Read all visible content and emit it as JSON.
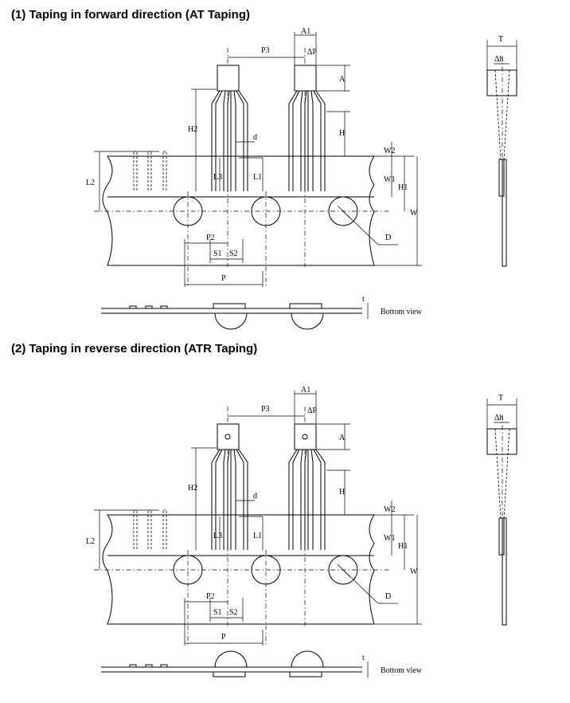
{
  "sections": [
    {
      "title": "(1) Taping in forward direction (AT Taping)"
    },
    {
      "title": "(2) Taping in reverse direction (ATR Taping)"
    }
  ],
  "labels": {
    "A1": "A1",
    "P3": "P3",
    "dP": "ΔP",
    "A": "A",
    "H2": "H2",
    "H": "H",
    "d": "d",
    "L2": "L2",
    "L3": "L3",
    "L1": "L1",
    "W2": "W2",
    "W1": "W1",
    "H1": "H1",
    "W": "W",
    "D": "D",
    "P2": "P2",
    "S1": "S1",
    "S2": "S2",
    "P": "P",
    "T": "T",
    "dh": "Δh",
    "t": "t",
    "bottom_view": "Bottom view"
  }
}
